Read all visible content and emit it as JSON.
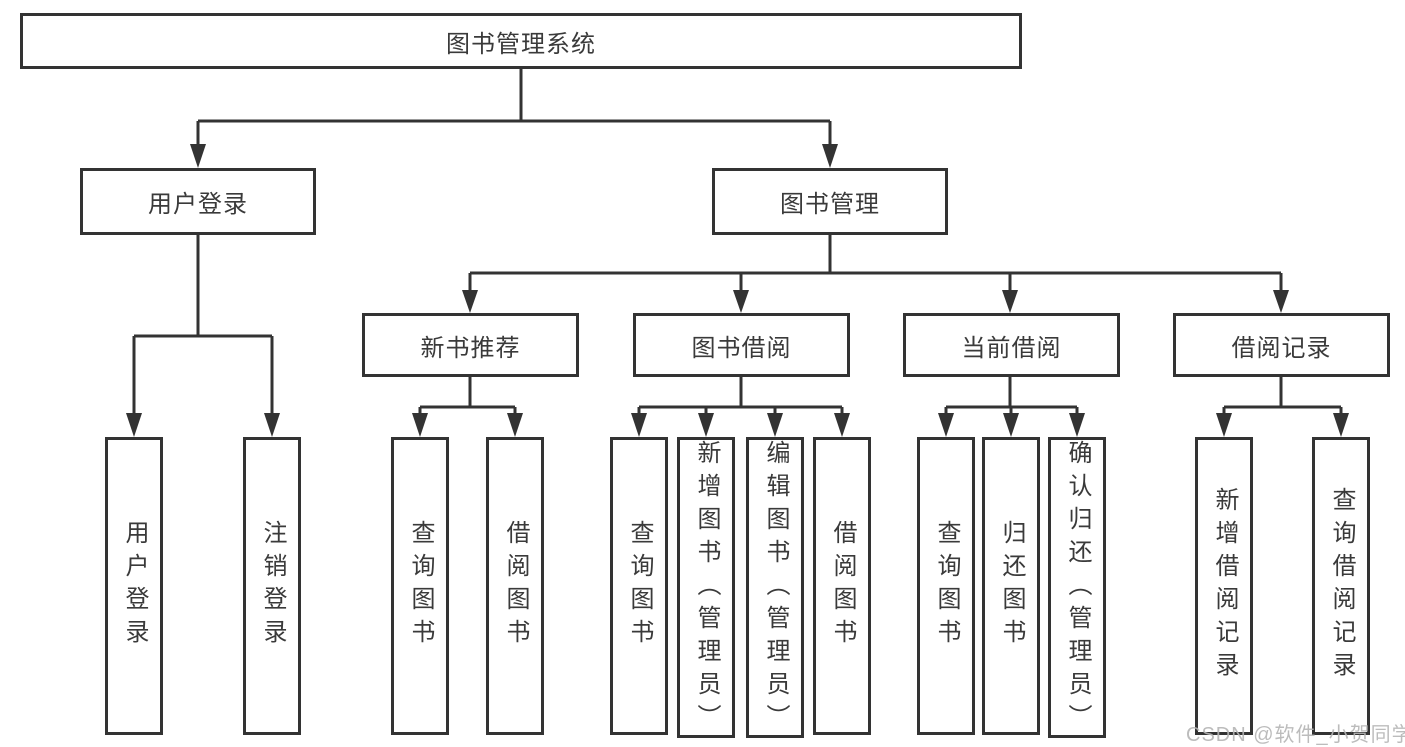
{
  "diagram": {
    "root": {
      "label": "图书管理系统"
    },
    "level2": {
      "user_login": {
        "label": "用户登录"
      },
      "book_management": {
        "label": "图书管理"
      }
    },
    "level3": {
      "new_book_recommend": {
        "label": "新书推荐"
      },
      "book_borrowing": {
        "label": "图书借阅"
      },
      "current_borrowing": {
        "label": "当前借阅"
      },
      "borrowing_records": {
        "label": "借阅记录"
      }
    },
    "leaves": {
      "user_login": {
        "label": "用户登录"
      },
      "logout": {
        "label": "注销登录"
      },
      "nb_query_books": {
        "label": "查询图书"
      },
      "nb_borrow_books": {
        "label": "借阅图书"
      },
      "bb_query_books": {
        "label": "查询图书"
      },
      "bb_add_books_admin": {
        "label": "新增图书（管理员）"
      },
      "bb_edit_books_admin": {
        "label": "编辑图书（管理员）"
      },
      "bb_borrow_books": {
        "label": "借阅图书"
      },
      "cb_query_books": {
        "label": "查询图书"
      },
      "cb_return_books": {
        "label": "归还图书"
      },
      "cb_confirm_return_admin": {
        "label": "确认归还（管理员）"
      },
      "br_add_record": {
        "label": "新增借阅记录"
      },
      "br_query_record": {
        "label": "查询借阅记录"
      }
    }
  },
  "watermark": {
    "text": "CSDN @软件_小贺同学"
  },
  "colors": {
    "line": "#333333",
    "text": "#3a3a3a",
    "watermark": "#b5b5b5",
    "background": "#ffffff"
  }
}
